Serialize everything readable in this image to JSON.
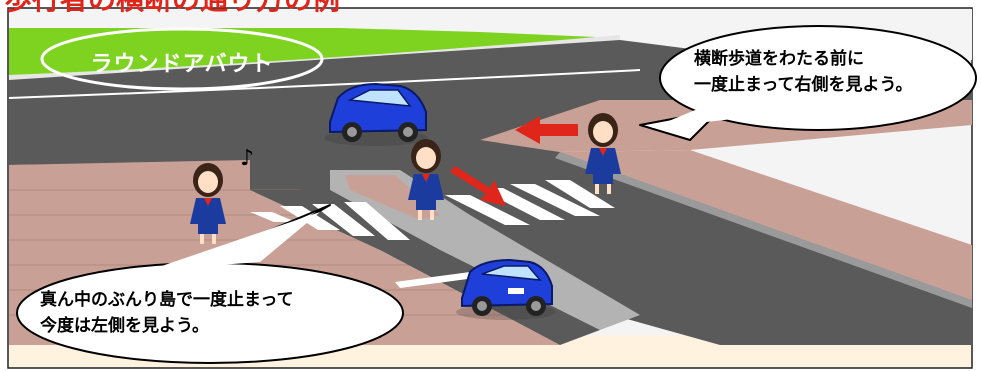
{
  "heading": "歩行者の横断の通り方の例",
  "roundabout_label": "ラウンドアバウト",
  "bubble_right": {
    "line1": "横断歩道をわたる前に",
    "line2": "一度止まって右側を見よう。"
  },
  "bubble_left": {
    "line1": "真ん中のぶんり島で一度止まって",
    "line2": "今度は左側を見よう。"
  },
  "music_note": "♪",
  "colors": {
    "grass": "#7ed321",
    "road": "#595959",
    "sidewalk_brick": "#c9a096",
    "arrow_red": "#e0261b",
    "car_blue": "#1e3fd9",
    "background_bottom": "#fff3e0"
  },
  "icons": [
    "car-icon",
    "girl-pedestrian-icon",
    "red-arrow-icon",
    "music-note-icon"
  ]
}
